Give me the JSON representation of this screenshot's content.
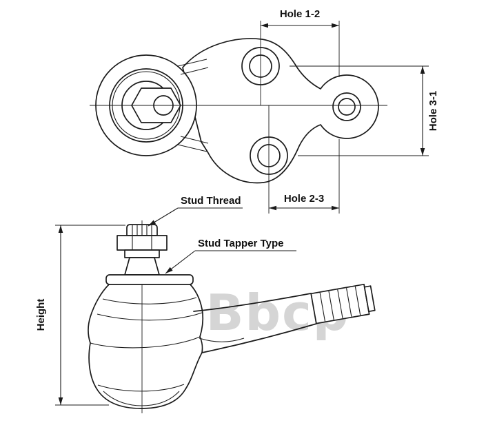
{
  "top_view": {
    "dim_hole_1_2": "Hole 1-2",
    "dim_hole_3_1": "Hole 3-1",
    "dim_hole_2_3": "Hole 2-3"
  },
  "side_view": {
    "label_stud_thread": "Stud Thread",
    "label_stud_tapper_type": "Stud Tapper Type",
    "dim_height": "Height"
  },
  "watermark": {
    "text": "Bbcp",
    "color": "#cbcbcb"
  },
  "colors": {
    "line": "#1a1a1a",
    "background": "#ffffff"
  }
}
